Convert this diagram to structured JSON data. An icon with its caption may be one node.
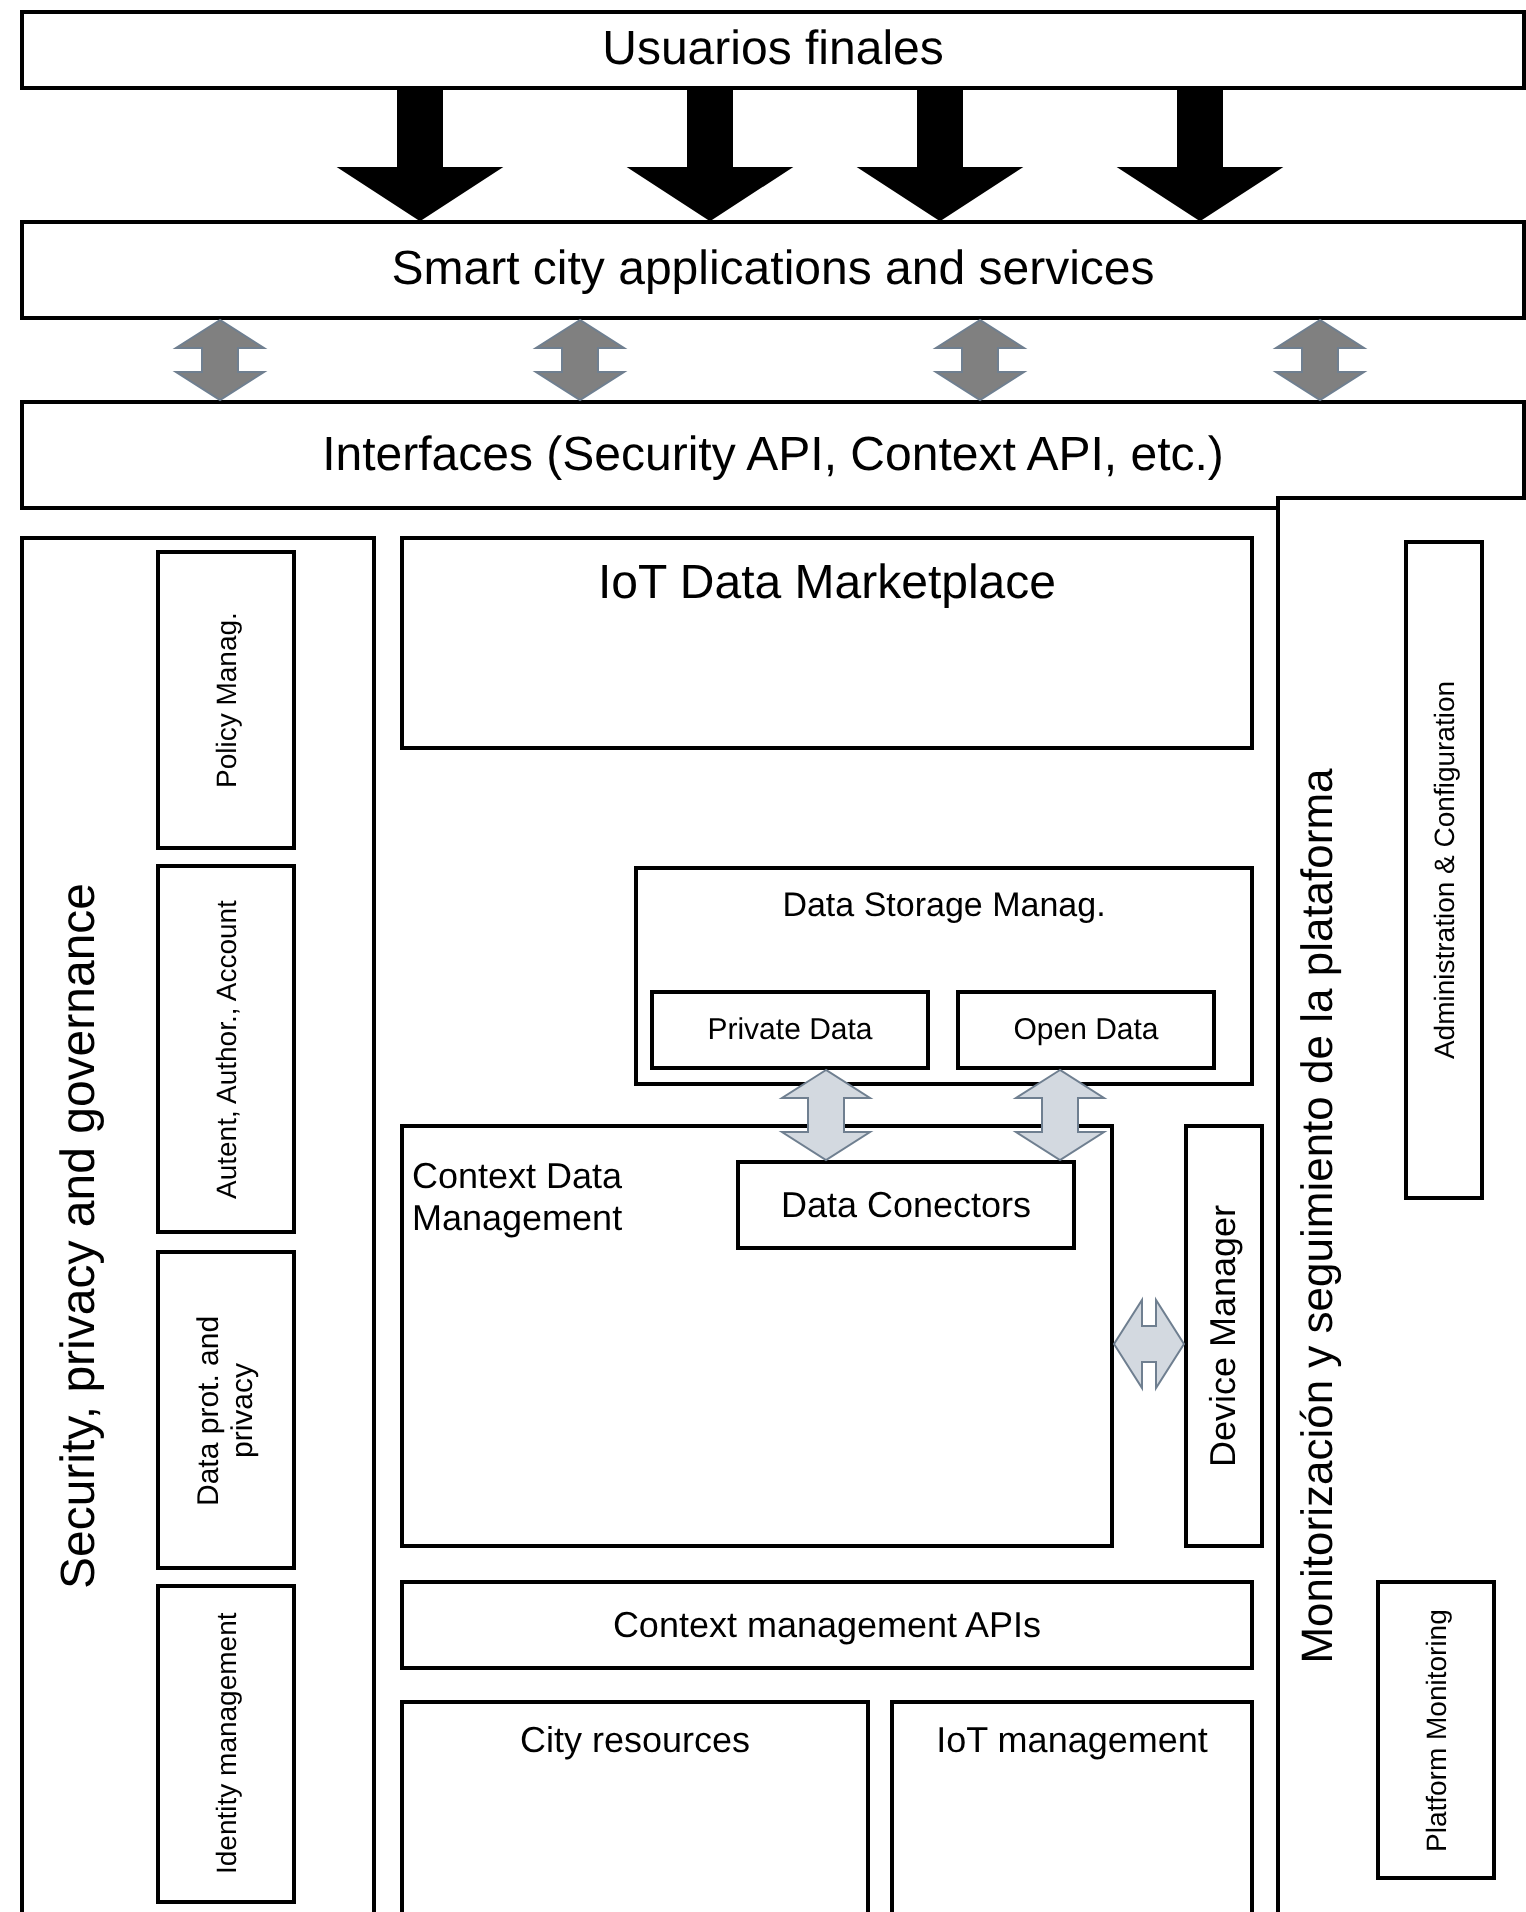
{
  "diagram": {
    "nodes": [
      {
        "text": [
          "Usuarios finales"
        ]
      },
      {
        "text": [
          "Smart city applications and services"
        ]
      },
      {
        "text": [
          "Interfaces (Security API, Context API, etc.)"
        ]
      },
      {
        "text": [
          "Security, privacy and governance"
        ]
      },
      {
        "text": [
          "Policy Manag."
        ],
        "in": 3
      },
      {
        "text": [
          "Autent, Author., Account"
        ],
        "in": 3
      },
      {
        "text": [
          "Data prot. and privacy"
        ],
        "in": 3
      },
      {
        "text": [
          "Identity management"
        ],
        "in": 3
      },
      {
        "text": [
          "IoT Data Marketplace"
        ]
      },
      {
        "text": [
          "Data Storage Manag."
        ]
      },
      {
        "text": [
          "Private Data"
        ],
        "in": 9
      },
      {
        "text": [
          "Open Data"
        ],
        "in": 9
      },
      {
        "text": [
          "Context Data Management"
        ]
      },
      {
        "text": [
          "Data Conectors"
        ],
        "in": 12
      },
      {
        "text": [
          "Device Manager"
        ]
      },
      {
        "text": [
          "Context management APIs"
        ]
      },
      {
        "text": [
          "City resources"
        ]
      },
      {
        "text": [
          "IoT management"
        ]
      },
      {
        "text": [
          "Monitorización y seguimiento de la plataforma"
        ]
      },
      {
        "text": [
          "Administration & Configuration"
        ],
        "in": 18
      },
      {
        "text": [
          "Platform Monitoring"
        ],
        "in": 18
      }
    ],
    "edges": [
      {
        "from": 0,
        "to": 1,
        "arrow": "to",
        "style": "thick",
        "color": "#000000"
      },
      {
        "from": 0,
        "to": 1,
        "arrow": "to",
        "style": "thick",
        "color": "#000000"
      },
      {
        "from": 0,
        "to": 1,
        "arrow": "to",
        "style": "thick",
        "color": "#000000"
      },
      {
        "from": 0,
        "to": 1,
        "arrow": "to",
        "style": "thick",
        "color": "#000000"
      },
      {
        "from": 1,
        "to": 2,
        "arrow": "both",
        "style": "thick"
      },
      {
        "from": 1,
        "to": 2,
        "arrow": "both",
        "style": "thick"
      },
      {
        "from": 1,
        "to": 2,
        "arrow": "both",
        "style": "thick"
      },
      {
        "from": 1,
        "to": 2,
        "arrow": "both",
        "style": "thick"
      },
      {
        "from": 10,
        "to": 13,
        "arrow": "both",
        "style": "thick",
        "color": "#d3d9e0"
      },
      {
        "from": 11,
        "to": 13,
        "arrow": "both",
        "style": "thick",
        "color": "#d3d9e0"
      },
      {
        "from": 12,
        "to": 14,
        "arrow": "both",
        "style": "thick",
        "color": "#d3d9e0"
      }
    ]
  }
}
